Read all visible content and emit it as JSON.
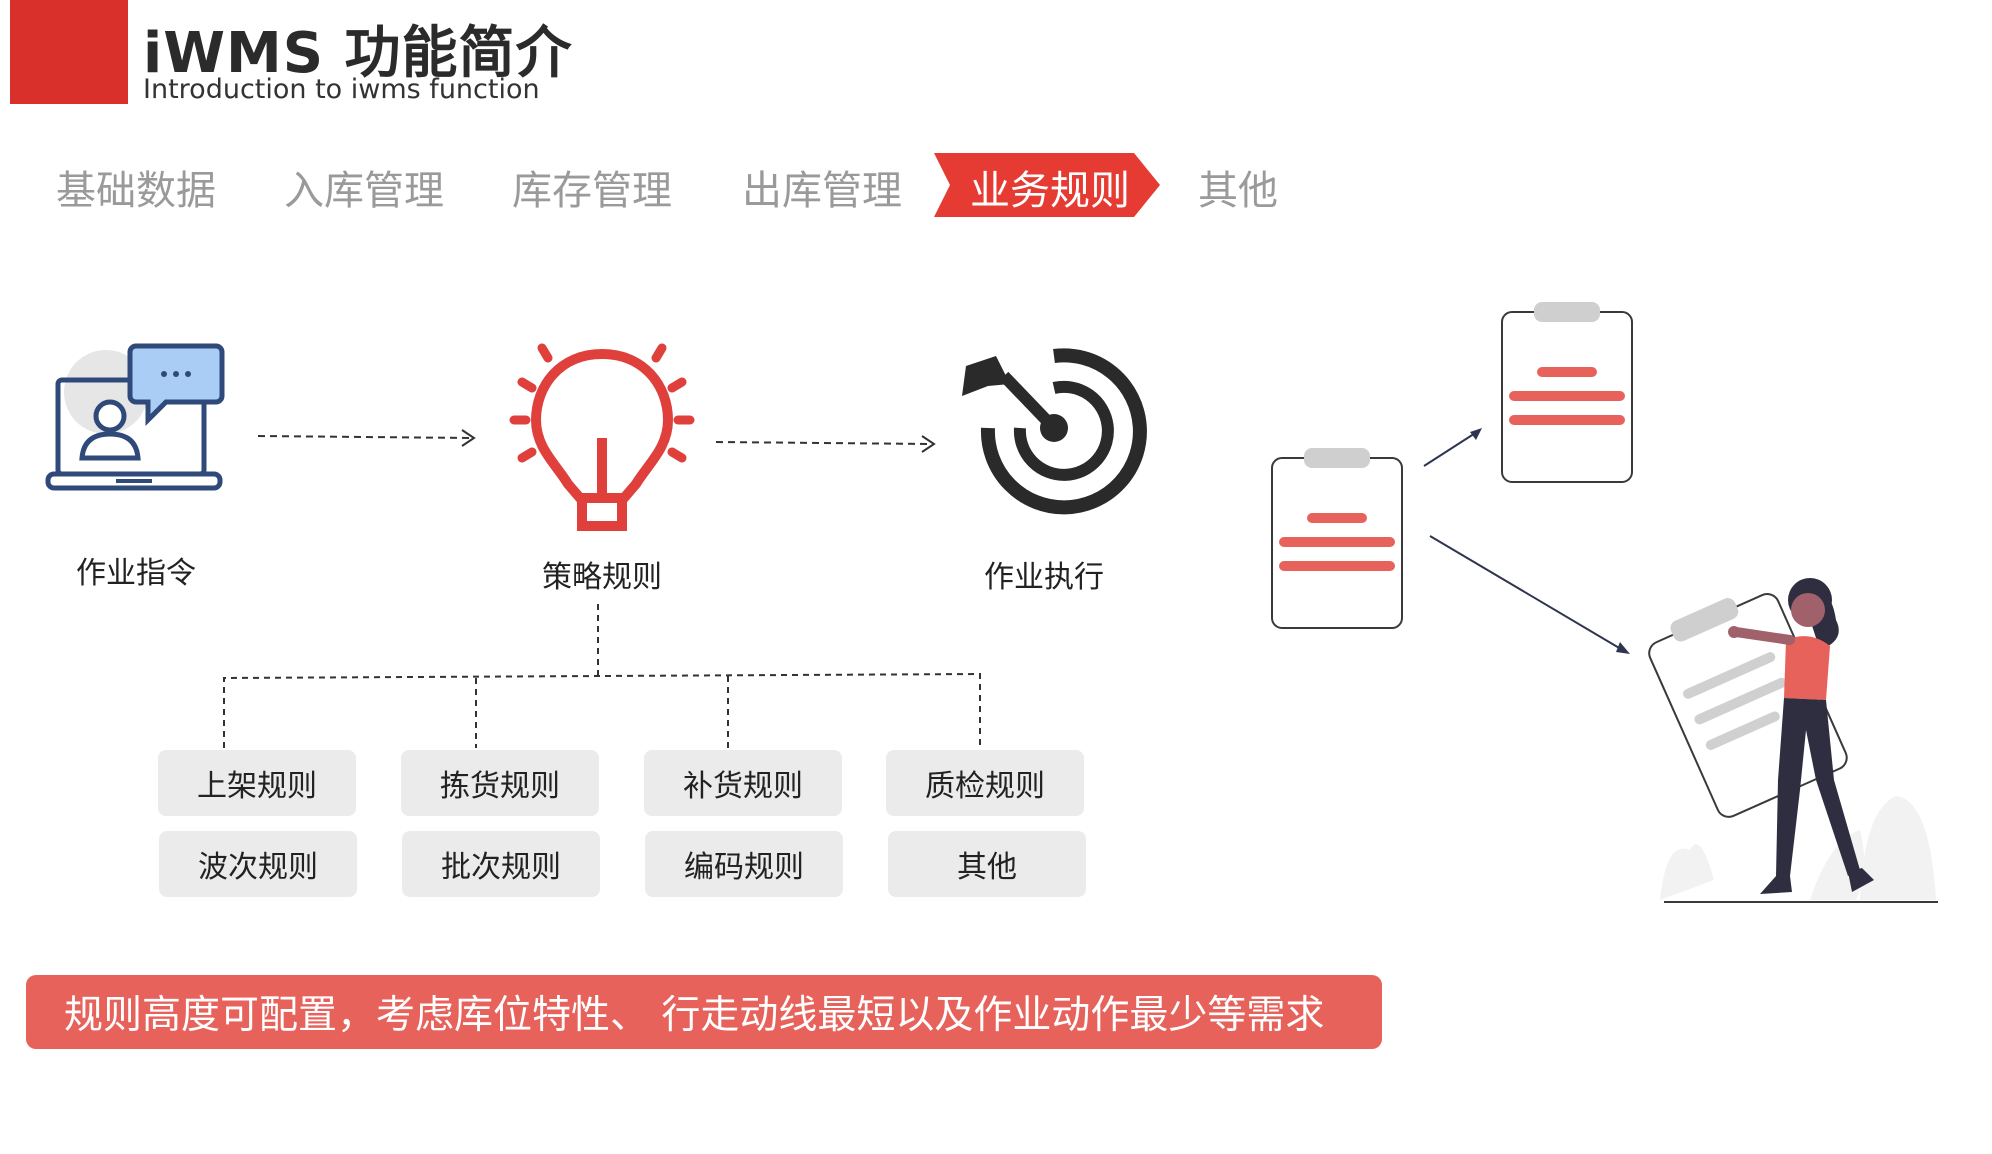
{
  "header": {
    "title": "iWMS 功能简介",
    "subtitle": "Introduction to iwms function",
    "brand_color": "#d9302c"
  },
  "nav": {
    "tabs": [
      {
        "label": "基础数据",
        "active": false
      },
      {
        "label": "入库管理",
        "active": false
      },
      {
        "label": "库存管理",
        "active": false
      },
      {
        "label": "出库管理",
        "active": false
      },
      {
        "label": "业务规则",
        "active": true
      },
      {
        "label": "其他",
        "active": false
      }
    ],
    "active_color": "#e53b33",
    "inactive_color": "#9a9a9a"
  },
  "flow": {
    "steps": [
      {
        "label": "作业指令",
        "icon": "laptop-chat-icon"
      },
      {
        "label": "策略规则",
        "icon": "lightbulb-icon"
      },
      {
        "label": "作业执行",
        "icon": "target-arrow-icon"
      }
    ]
  },
  "rules": {
    "row1": [
      "上架规则",
      "拣货规则",
      "补货规则",
      "质检规则"
    ],
    "row2": [
      "波次规则",
      "批次规则",
      "编码规则",
      "其他"
    ]
  },
  "illustration": {
    "icons": [
      "clipboard-icon",
      "clipboard-icon",
      "woman-with-clipboard-illustration"
    ],
    "accent_color": "#e8625c"
  },
  "banner": {
    "text": "规则高度可配置，考虑库位特性、 行走动线最短以及作业动作最少等需求",
    "color": "#e8625c"
  }
}
